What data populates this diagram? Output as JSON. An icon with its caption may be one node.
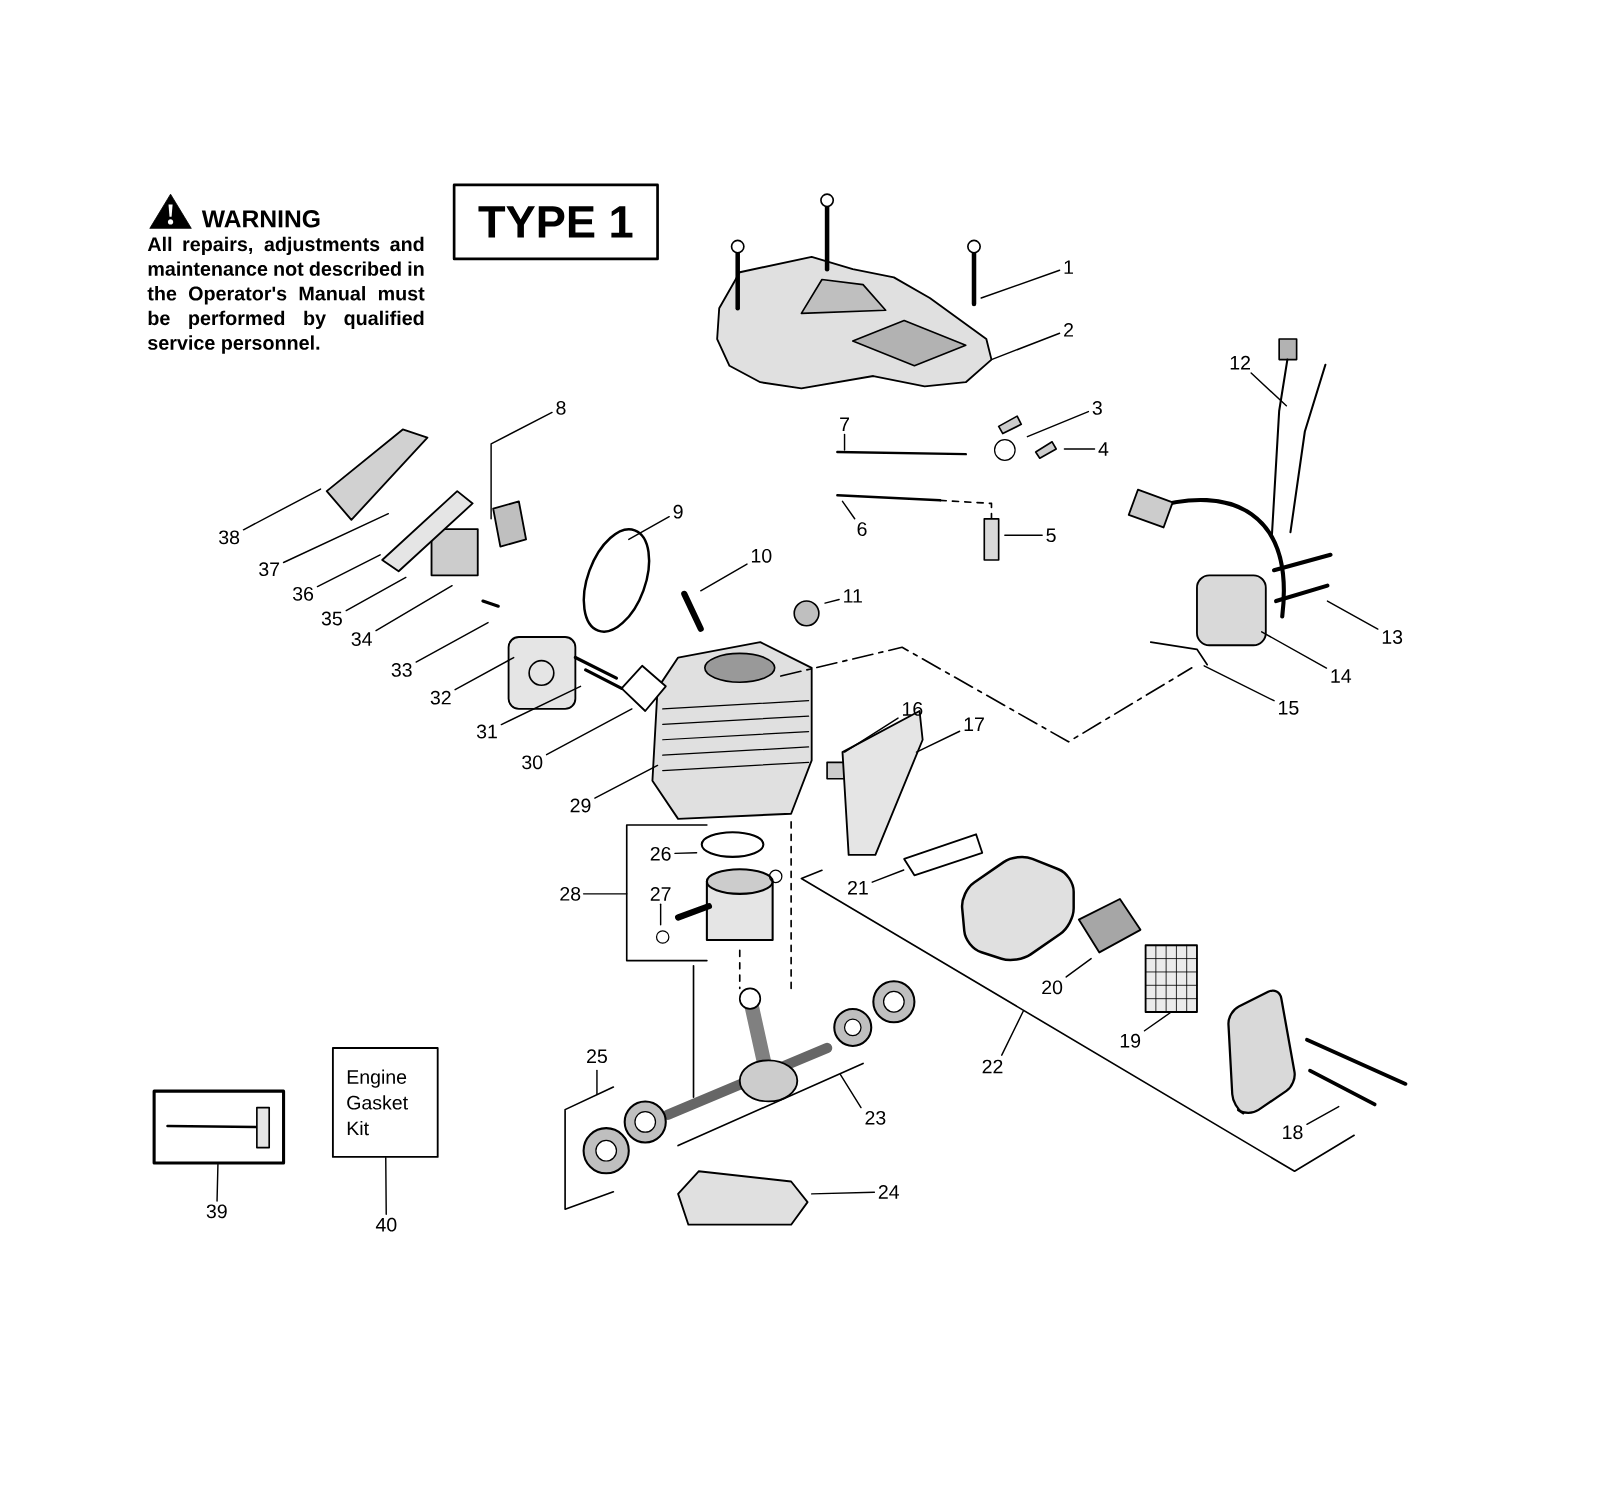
{
  "diagram": {
    "nodes": [
      {
        "text": [
          "TYPE 1"
        ]
      },
      {
        "text": [
          "1"
        ]
      },
      {
        "text": [
          "2"
        ]
      },
      {
        "text": [
          "3"
        ]
      },
      {
        "text": [
          "4"
        ]
      },
      {
        "text": [
          "5"
        ]
      },
      {
        "text": [
          "6"
        ]
      },
      {
        "text": [
          "7"
        ]
      },
      {
        "text": [
          "8"
        ]
      },
      {
        "text": [
          "9"
        ]
      },
      {
        "text": [
          "10"
        ]
      },
      {
        "text": [
          "11"
        ]
      },
      {
        "text": [
          "12"
        ]
      },
      {
        "text": [
          "13"
        ]
      },
      {
        "text": [
          "14"
        ]
      },
      {
        "text": [
          "15"
        ]
      },
      {
        "text": [
          "16"
        ]
      },
      {
        "text": [
          "17"
        ]
      },
      {
        "text": [
          "18"
        ]
      },
      {
        "text": [
          "19"
        ]
      },
      {
        "text": [
          "20"
        ]
      },
      {
        "text": [
          "21"
        ]
      },
      {
        "text": [
          "24"
        ]
      },
      {
        "text": [
          "26"
        ]
      },
      {
        "text": [
          "27"
        ]
      },
      {
        "text": [
          "29"
        ]
      },
      {
        "text": [
          "30"
        ]
      },
      {
        "text": [
          "31"
        ]
      },
      {
        "text": [
          "32"
        ]
      },
      {
        "text": [
          "33"
        ]
      },
      {
        "text": [
          "34"
        ]
      },
      {
        "text": [
          "35"
        ]
      },
      {
        "text": [
          "36"
        ]
      },
      {
        "text": [
          "37"
        ]
      },
      {
        "text": [
          "38"
        ]
      },
      {
        "text": [
          "39"
        ]
      },
      {
        "text": [
          "40"
        ]
      },
      {
        "text": [
          "Engine Gasket Kit"
        ]
      },
      {
        "text": [],
        "shape": "box"
      },
      {
        "text": [],
        "shape": "picture"
      }
    ],
    "edges": [
      {
        "from": 1,
        "to": null,
        "arrow": "none"
      },
      {
        "from": 2,
        "to": null,
        "arrow": "none"
      },
      {
        "from": 3,
        "to": null,
        "arrow": "none"
      },
      {
        "from": 4,
        "to": null,
        "arrow": "none"
      },
      {
        "from": 5,
        "to": null,
        "arrow": "none"
      },
      {
        "from": 6,
        "to": null,
        "arrow": "none"
      },
      {
        "from": 7,
        "to": null,
        "arrow": "none"
      },
      {
        "from": 8,
        "to": null,
        "arrow": "none"
      },
      {
        "from": 9,
        "to": null,
        "arrow": "none"
      },
      {
        "from": 10,
        "to": null,
        "arrow": "none"
      },
      {
        "from": 11,
        "to": null,
        "arrow": "none"
      },
      {
        "from": 12,
        "to": null,
        "arrow": "none"
      },
      {
        "from": 13,
        "to": null,
        "arrow": "none"
      },
      {
        "from": 14,
        "to": null,
        "arrow": "none"
      },
      {
        "from": 15,
        "to": null,
        "arrow": "none"
      },
      {
        "from": 16,
        "to": null,
        "arrow": "none"
      },
      {
        "from": 17,
        "to": null,
        "arrow": "none"
      },
      {
        "from": 18,
        "to": null,
        "arrow": "none"
      },
      {
        "from": 19,
        "to": null,
        "arrow": "none"
      },
      {
        "from": 20,
        "to": null,
        "arrow": "none"
      },
      {
        "from": 21,
        "to": 39,
        "arrow": "none"
      },
      {
        "from": 22,
        "to": null,
        "arrow": "none"
      },
      {
        "from": 23,
        "to": null,
        "arrow": "none"
      },
      {
        "from": 24,
        "to": null,
        "arrow": "none"
      },
      {
        "from": 25,
        "to": null,
        "arrow": "none"
      },
      {
        "from": 26,
        "to": null,
        "arrow": "none"
      },
      {
        "from": 27,
        "to": null,
        "arrow": "none"
      },
      {
        "from": 28,
        "to": null,
        "arrow": "none"
      },
      {
        "from": 29,
        "to": null,
        "arrow": "none"
      },
      {
        "from": 30,
        "to": null,
        "arrow": "none"
      },
      {
        "from": 31,
        "to": null,
        "arrow": "none"
      },
      {
        "from": 32,
        "to": null,
        "arrow": "none"
      },
      {
        "from": 33,
        "to": null,
        "arrow": "none"
      },
      {
        "from": 34,
        "to": null,
        "arrow": "none"
      },
      {
        "from": 35,
        "to": 38,
        "arrow": "none"
      },
      {
        "from": 36,
        "to": 37,
        "arrow": "none"
      }
    ],
    "labels": [
      "WARNING",
      "All repairs, adjustments and maintenance not described in the Operator's Manual must be performed by qualified service personnel.",
      "28",
      "25",
      "22",
      "23"
    ]
  }
}
